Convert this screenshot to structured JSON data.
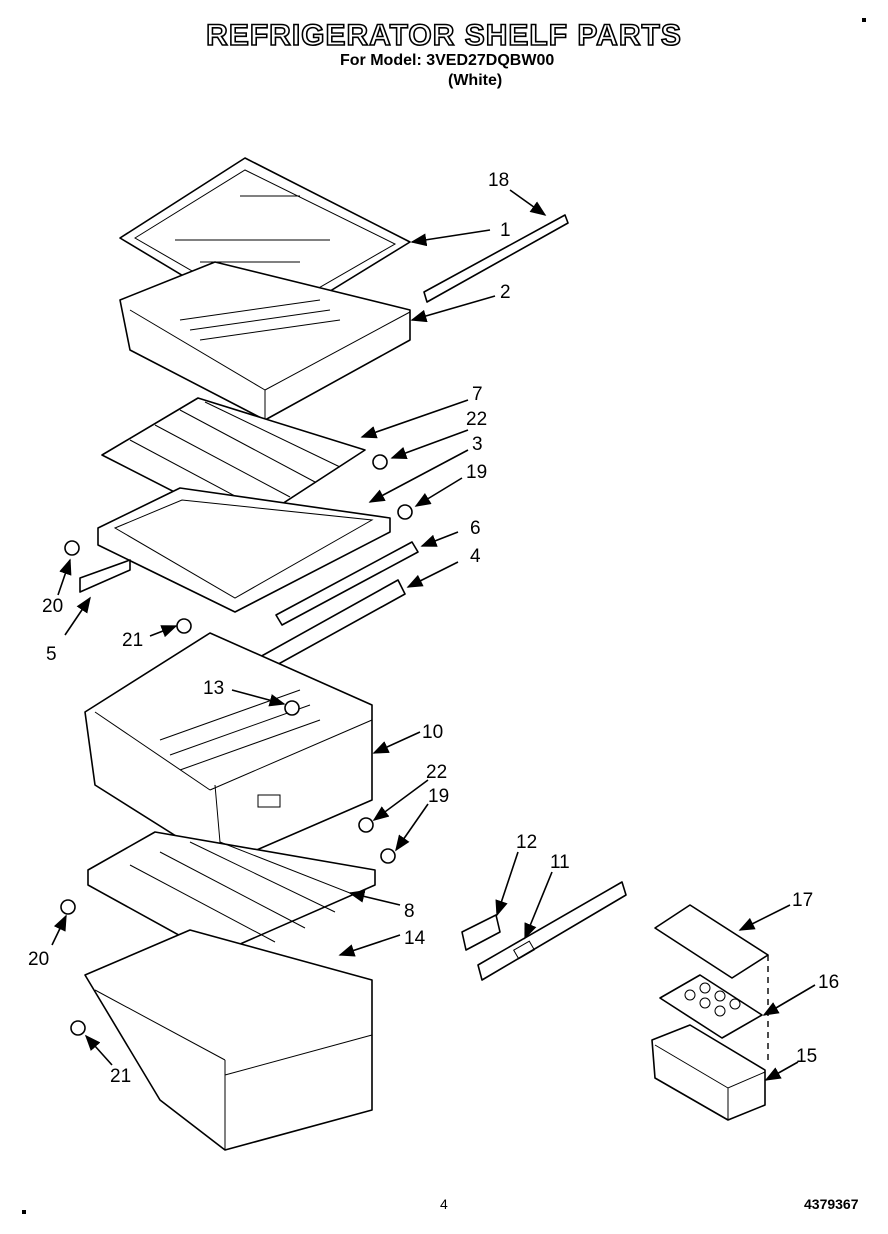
{
  "header": {
    "title": "REFRIGERATOR SHELF PARTS",
    "model_line": "For Model: 3VED27DQBW00",
    "color_line": "(White)"
  },
  "footer": {
    "page_number": "4",
    "doc_number": "4379367"
  },
  "callouts": [
    "18",
    "1",
    "2",
    "7",
    "22",
    "3",
    "19",
    "6",
    "4",
    "20",
    "5",
    "21",
    "13",
    "10",
    "22",
    "19",
    "8",
    "20",
    "14",
    "21",
    "12",
    "11",
    "17",
    "16",
    "15"
  ]
}
